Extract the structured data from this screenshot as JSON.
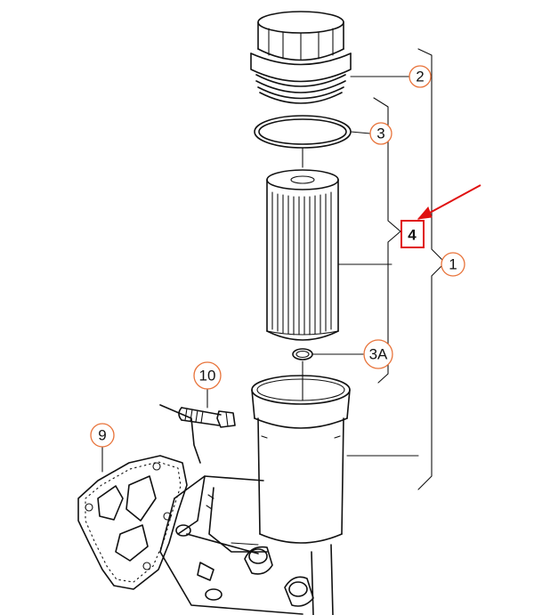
{
  "callouts": [
    {
      "id": "c2",
      "label": "2"
    },
    {
      "id": "c3",
      "label": "3"
    },
    {
      "id": "c4",
      "label": "4"
    },
    {
      "id": "c1",
      "label": "1"
    },
    {
      "id": "c3a",
      "label": "3A"
    },
    {
      "id": "c10",
      "label": "10"
    },
    {
      "id": "c9",
      "label": "9"
    }
  ],
  "colors": {
    "line": "#111111",
    "callout_circle": "#e8733a",
    "highlight": "#e01010"
  }
}
